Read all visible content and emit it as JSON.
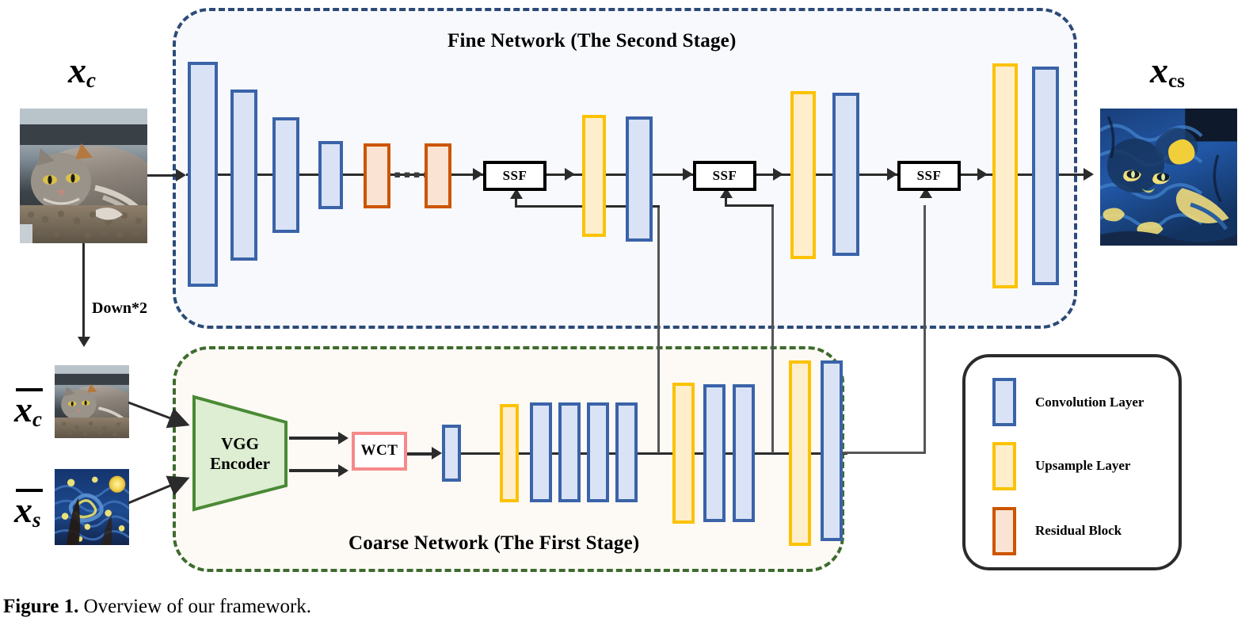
{
  "figure": {
    "caption_label": "Figure 1.",
    "caption_text": " Overview of our framework."
  },
  "fine_network": {
    "title": "Fine Network (The Second Stage)",
    "border_color": "#2d4a77",
    "background_color": "#f7f9fd"
  },
  "coarse_network": {
    "title": "Coarse Network (The First Stage)",
    "border_color": "#3d6b2e",
    "background_color": "#fdf9f5"
  },
  "inputs": {
    "content_label_base": "x",
    "content_label_sub": "c",
    "content_image_alt": "grey-tabby-cat-photo",
    "downsample_label": "Down*2",
    "small_content_label_base": "x",
    "small_content_label_sub": "c",
    "small_content_image_alt": "downsampled-grey-tabby-cat-photo",
    "style_label_base": "x",
    "style_label_sub": "s",
    "style_image_alt": "starry-night-painting"
  },
  "output": {
    "label_base": "x",
    "label_sub": "cs",
    "image_alt": "stylized-cat-starry-night"
  },
  "modules": {
    "vgg_encoder_line1": "VGG",
    "vgg_encoder_line2": "Encoder",
    "vgg_fill": "#ddeed2",
    "vgg_border": "#4a8a35",
    "wct_label": "WCT",
    "wct_border": "#f58a8a",
    "ssf_label": "SSF",
    "ssf_border": "#000000",
    "ellipsis": "▪▪▪▪▪"
  },
  "legend": {
    "items": [
      {
        "label": "Convolution Layer",
        "fill": "#d9e3f5",
        "border": "#3a63a8"
      },
      {
        "label": "Upsample Layer",
        "fill": "#ffeecc",
        "border": "#fcc200"
      },
      {
        "label": "Residual Block",
        "fill": "#fbe3d3",
        "border": "#cc5500"
      }
    ]
  },
  "chart_data": {
    "type": "diagram",
    "title": "Two-stage style transfer framework overview",
    "fine_network_blocks": [
      {
        "kind": "conv",
        "order": 1,
        "height_rel": 1.0
      },
      {
        "kind": "conv",
        "order": 2,
        "height_rel": 0.8
      },
      {
        "kind": "conv",
        "order": 3,
        "height_rel": 0.6
      },
      {
        "kind": "conv",
        "order": 4,
        "height_rel": 0.36
      },
      {
        "kind": "residual",
        "order": 5,
        "height_rel": 0.3
      },
      {
        "kind": "ellipsis",
        "order": 6
      },
      {
        "kind": "residual",
        "order": 7,
        "height_rel": 0.3
      },
      {
        "kind": "ssf",
        "order": 8
      },
      {
        "kind": "upsample",
        "order": 9,
        "height_rel": 0.58
      },
      {
        "kind": "conv",
        "order": 10,
        "height_rel": 0.62
      },
      {
        "kind": "ssf",
        "order": 11
      },
      {
        "kind": "upsample",
        "order": 12,
        "height_rel": 0.78
      },
      {
        "kind": "conv",
        "order": 13,
        "height_rel": 0.76
      },
      {
        "kind": "ssf",
        "order": 14
      },
      {
        "kind": "upsample",
        "order": 15,
        "height_rel": 0.99
      },
      {
        "kind": "conv",
        "order": 16,
        "height_rel": 0.96
      }
    ],
    "coarse_network_blocks": [
      {
        "kind": "vgg_encoder",
        "order": 1
      },
      {
        "kind": "wct",
        "order": 2
      },
      {
        "kind": "conv",
        "order": 3,
        "height_rel": 0.24
      },
      {
        "kind": "upsample",
        "order": 4,
        "height_rel": 0.47
      },
      {
        "kind": "conv",
        "order": 5,
        "height_rel": 0.47
      },
      {
        "kind": "conv",
        "order": 6,
        "height_rel": 0.47
      },
      {
        "kind": "conv",
        "order": 7,
        "height_rel": 0.47
      },
      {
        "kind": "conv",
        "order": 8,
        "height_rel": 0.47
      },
      {
        "kind": "upsample",
        "order": 9,
        "height_rel": 0.75
      },
      {
        "kind": "conv",
        "order": 10,
        "height_rel": 0.72
      },
      {
        "kind": "conv",
        "order": 11,
        "height_rel": 0.72
      },
      {
        "kind": "upsample",
        "order": 12,
        "height_rel": 0.92
      },
      {
        "kind": "conv",
        "order": 13,
        "height_rel": 0.9
      }
    ],
    "skip_connections": [
      {
        "from": "coarse_stage_1",
        "to": "ssf_1"
      },
      {
        "from": "coarse_stage_2",
        "to": "ssf_2"
      },
      {
        "from": "coarse_stage_3",
        "to": "ssf_3"
      }
    ]
  }
}
